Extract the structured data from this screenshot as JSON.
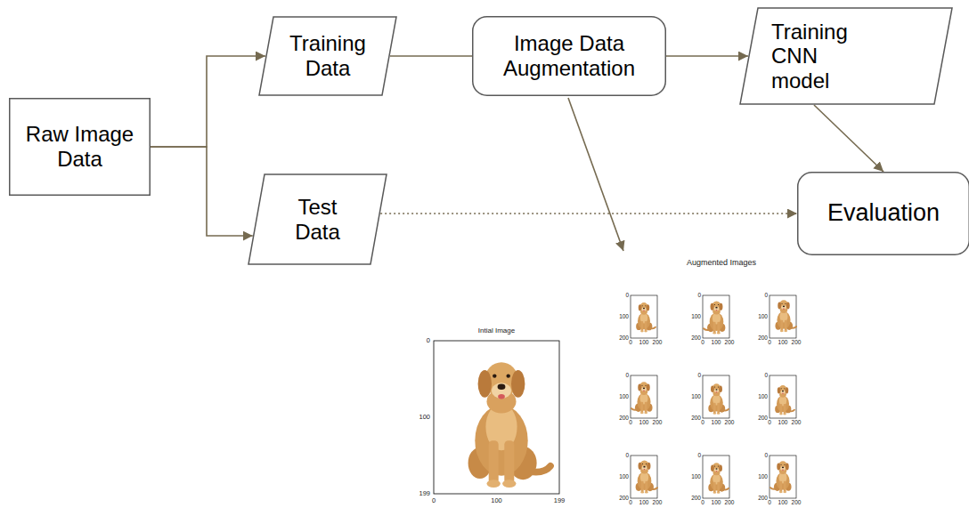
{
  "diagram": {
    "nodes": [
      {
        "text": [
          "Raw Image Data"
        ]
      },
      {
        "text": [
          "Training Data"
        ]
      },
      {
        "text": [
          "Image Data Augmentation"
        ]
      },
      {
        "text": [
          "Training CNN model"
        ]
      },
      {
        "text": [
          "Test Data"
        ]
      },
      {
        "text": [
          "Evaluation"
        ]
      }
    ],
    "edges": [
      {
        "from": 0,
        "to": 1,
        "arrow": "to"
      },
      {
        "from": 0,
        "to": 4,
        "arrow": "to"
      },
      {
        "from": 1,
        "to": 2,
        "arrow": "none"
      },
      {
        "from": 2,
        "to": 3,
        "arrow": "to"
      },
      {
        "from": 3,
        "to": 5,
        "arrow": "to"
      },
      {
        "from": 4,
        "to": 5,
        "arrow": "to"
      }
    ],
    "labels": [
      "Intial Image",
      "0",
      "100",
      "199",
      "0",
      "100",
      "199",
      "Augmented Images",
      "0",
      "100",
      "200",
      "0",
      "100",
      "200",
      "0",
      "100",
      "200",
      "0",
      "100",
      "200",
      "0",
      "100",
      "200",
      "0",
      "100",
      "200",
      "0",
      "100",
      "200",
      "0",
      "100",
      "200",
      "0",
      "100",
      "200",
      "0",
      "100",
      "200",
      "0",
      "100",
      "200",
      "0",
      "100",
      "200",
      "0",
      "100",
      "200",
      "0",
      "100",
      "200",
      "0",
      "100",
      "200",
      "0",
      "100",
      "200",
      "0",
      "100",
      "200",
      "0",
      "100",
      "200"
    ]
  }
}
